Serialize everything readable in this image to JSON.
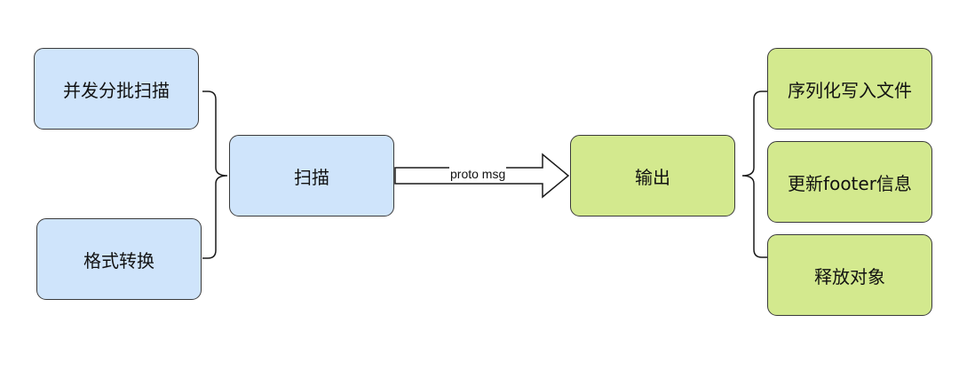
{
  "diagram": {
    "nodes": {
      "concurrent_batch_scan": "并发分批扫描",
      "format_convert": "格式转换",
      "scan": "扫描",
      "output": "输出",
      "serialize_write": "序列化写入文件",
      "update_footer": "更新footer信息",
      "release_objects": "释放对象"
    },
    "edge_label": "proto msg"
  }
}
